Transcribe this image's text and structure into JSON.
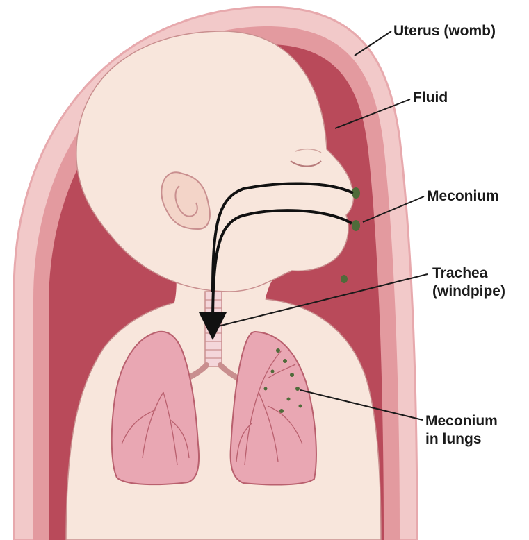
{
  "labels": {
    "uterus": "Uterus (womb)",
    "fluid": "Fluid",
    "meconium": "Meconium",
    "trachea_line1": "Trachea",
    "trachea_line2": "(windpipe)",
    "lungs_line1": "Meconium",
    "lungs_line2": "in lungs"
  },
  "colors": {
    "uterus_outer": "#f2c9c9",
    "uterus_wall": "#e39a9f",
    "fluid": "#b94a5a",
    "skin": "#f8e6dc",
    "lung": "#e9a7b3",
    "meconium": "#4f6b3a",
    "leader_line": "#1a1a1a"
  }
}
